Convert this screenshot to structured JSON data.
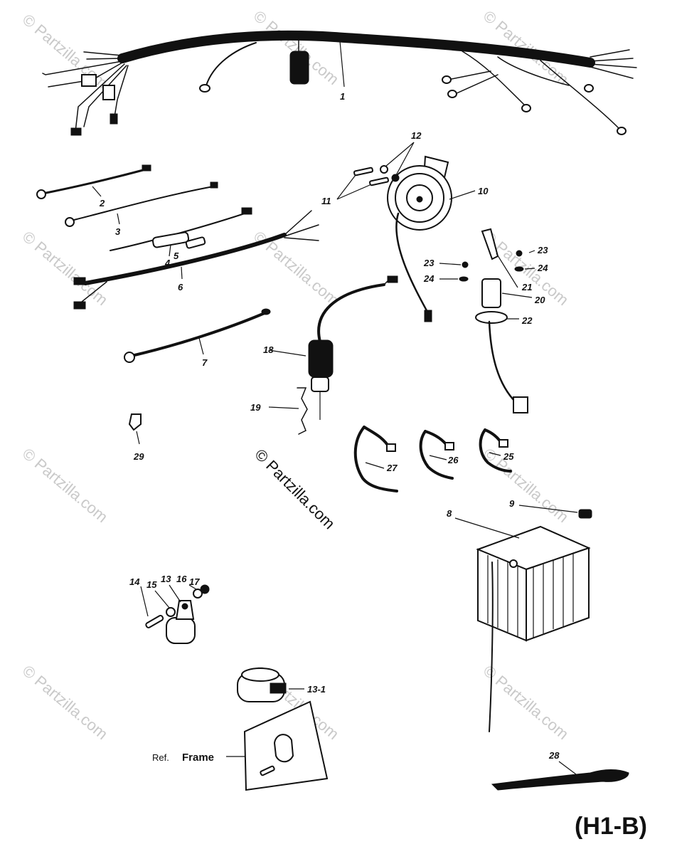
{
  "watermark": "© Partzilla.com",
  "page_code": "(H1-B)",
  "frame_ref": {
    "ref": "Ref.",
    "frame": "Frame"
  },
  "callouts": {
    "c1": "1",
    "c2": "2",
    "c3": "3",
    "c4": "4",
    "c5": "5",
    "c6": "6",
    "c7": "7",
    "c8": "8",
    "c9": "9",
    "c10": "10",
    "c11": "11",
    "c12": "12",
    "c13": "13",
    "c13_1": "13-1",
    "c14": "14",
    "c15": "15",
    "c16": "16",
    "c17": "17",
    "c18": "18",
    "c19": "19",
    "c20": "20",
    "c21": "21",
    "c22": "22",
    "c23a": "23",
    "c23b": "23",
    "c24a": "24",
    "c24b": "24",
    "c25": "25",
    "c26": "26",
    "c27": "27",
    "c28": "28",
    "c29": "29"
  }
}
